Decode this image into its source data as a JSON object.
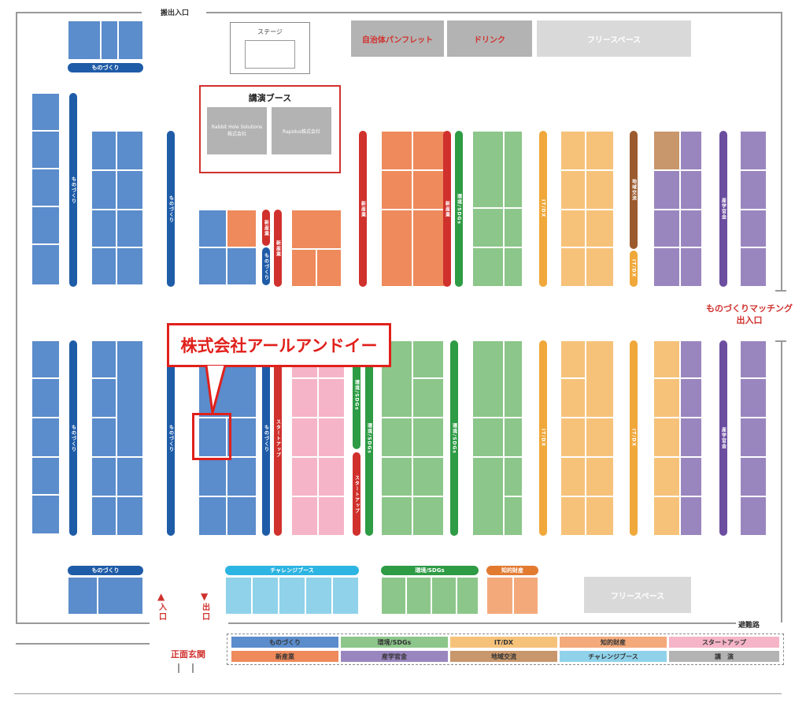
{
  "map": {
    "top_entrance": "搬出入口",
    "stage": "ステージ",
    "pamphlet": "自治体パンフレット",
    "drink": "ドリンク",
    "free_space_top": "フリースペース",
    "free_space_bottom": "フリースペース",
    "lecture_booth": {
      "title": "講演ブース",
      "company_a": "Rabbit Hole Solutions 株式会社",
      "company_b": "Rapidus株式会社"
    },
    "matching_entrance_line1": "ものづくりマッチング",
    "matching_entrance_line2": "出入口",
    "evac_route": "避難路",
    "entrance": "入口",
    "exit": "出口",
    "main_entrance": "正面玄関",
    "callout": "株式会社アールアンドイー",
    "zone_labels": {
      "monozukuri": "ものづくり",
      "shinsangyo": "新産業",
      "env_sdgs": "環境/SDGs",
      "it_dx": "IT/DX",
      "region": "地域交流",
      "sangaku": "産学官金",
      "startup": "スタートアップ",
      "challenge": "チャレンジブース",
      "ip": "知的財産"
    }
  },
  "legend": [
    {
      "label": "ものづくり",
      "color": "#5b8ccb"
    },
    {
      "label": "環境/SDGs",
      "color": "#8cc68a"
    },
    {
      "label": "IT/DX",
      "color": "#f6c27a"
    },
    {
      "label": "知的財産",
      "color": "#f4a97b"
    },
    {
      "label": "スタートアップ",
      "color": "#f5b4c8"
    },
    {
      "label": "新産業",
      "color": "#ee8a5b"
    },
    {
      "label": "産学官金",
      "color": "#9a86bf"
    },
    {
      "label": "地域交流",
      "color": "#c8976c"
    },
    {
      "label": "チャレンジブース",
      "color": "#8fd2ea"
    },
    {
      "label": "講　演",
      "color": "#b3b3b3"
    }
  ]
}
